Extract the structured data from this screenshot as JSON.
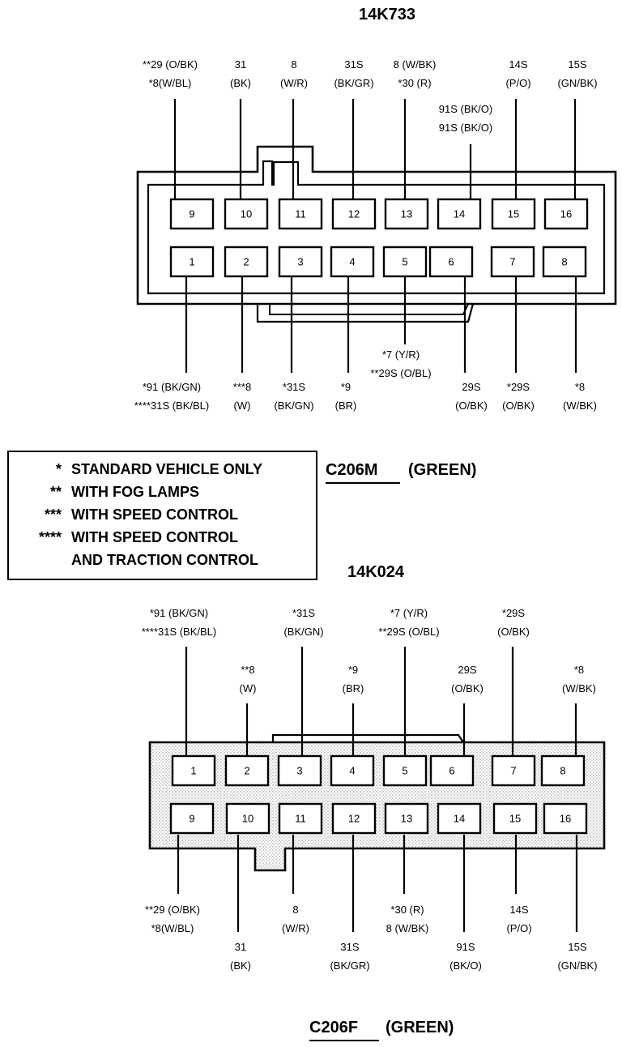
{
  "top_connector": {
    "part_number": "14K733",
    "name": "C206M",
    "color": "(GREEN)",
    "pins_top_row": [
      {
        "num": "9",
        "label": [
          "**29 (O/BK)",
          "*8(W/BL)"
        ]
      },
      {
        "num": "10",
        "label": [
          "31",
          "(BK)"
        ]
      },
      {
        "num": "11",
        "label": [
          "8",
          "(W/R)"
        ]
      },
      {
        "num": "12",
        "label": [
          "31S",
          "(BK/GR)"
        ]
      },
      {
        "num": "13",
        "label": [
          "8 (W/BK)",
          "*30 (R)"
        ]
      },
      {
        "num": "14",
        "label": [
          "91S (BK/O)",
          "91S (BK/O)"
        ]
      },
      {
        "num": "15",
        "label": [
          "14S",
          "(P/O)"
        ]
      },
      {
        "num": "16",
        "label": [
          "15S",
          "(GN/BK)"
        ]
      }
    ],
    "pins_bottom_row": [
      {
        "num": "1",
        "label": [
          "*91 (BK/GN)",
          "****31S (BK/BL)"
        ]
      },
      {
        "num": "2",
        "label": [
          "***8",
          "(W)"
        ]
      },
      {
        "num": "3",
        "label": [
          "*31S",
          "(BK/GN)"
        ]
      },
      {
        "num": "4",
        "label": [
          "*9",
          "(BR)"
        ]
      },
      {
        "num": "5",
        "label": [
          "*7 (Y/R)",
          "**29S (O/BL)"
        ]
      },
      {
        "num": "6",
        "label": [
          "29S",
          "(O/BK)"
        ]
      },
      {
        "num": "7",
        "label": [
          "*29S",
          "(O/BK)"
        ]
      },
      {
        "num": "8",
        "label": [
          "*8",
          "(W/BK)"
        ]
      }
    ]
  },
  "bottom_connector": {
    "part_number": "14K024",
    "name": "C206F",
    "color": "(GREEN)",
    "pins_top_row": [
      {
        "num": "1",
        "label": [
          "*91 (BK/GN)",
          "****31S (BK/BL)"
        ]
      },
      {
        "num": "2",
        "label": [
          "**8",
          "(W)"
        ]
      },
      {
        "num": "3",
        "label": [
          "*31S",
          "(BK/GN)"
        ]
      },
      {
        "num": "4",
        "label": [
          "*9",
          "(BR)"
        ]
      },
      {
        "num": "5",
        "label": [
          "*7 (Y/R)",
          "**29S (O/BL)"
        ]
      },
      {
        "num": "6",
        "label": [
          "29S",
          "(O/BK)"
        ]
      },
      {
        "num": "7",
        "label": [
          "*29S",
          "(O/BK)"
        ]
      },
      {
        "num": "8",
        "label": [
          "*8",
          "(W/BK)"
        ]
      }
    ],
    "pins_bottom_row": [
      {
        "num": "9",
        "label": [
          "**29 (O/BK)",
          "*8(W/BL)"
        ]
      },
      {
        "num": "10",
        "label": [
          "31",
          "(BK)"
        ]
      },
      {
        "num": "11",
        "label": [
          "8",
          "(W/R)"
        ]
      },
      {
        "num": "12",
        "label": [
          "31S",
          "(BK/GR)"
        ]
      },
      {
        "num": "13",
        "label": [
          "*30 (R)",
          "8 (W/BK)"
        ]
      },
      {
        "num": "14",
        "label": [
          "91S",
          "(BK/O)"
        ]
      },
      {
        "num": "15",
        "label": [
          "14S",
          "(P/O)"
        ]
      },
      {
        "num": "16",
        "label": [
          "15S",
          "(GN/BK)"
        ]
      }
    ]
  },
  "legend": [
    {
      "mark": "*",
      "text": "STANDARD VEHICLE ONLY"
    },
    {
      "mark": "**",
      "text": "WITH FOG LAMPS"
    },
    {
      "mark": "***",
      "text": "WITH SPEED CONTROL"
    },
    {
      "mark": "****",
      "text": "WITH SPEED CONTROL"
    },
    {
      "mark": "",
      "text": "AND TRACTION CONTROL"
    }
  ]
}
